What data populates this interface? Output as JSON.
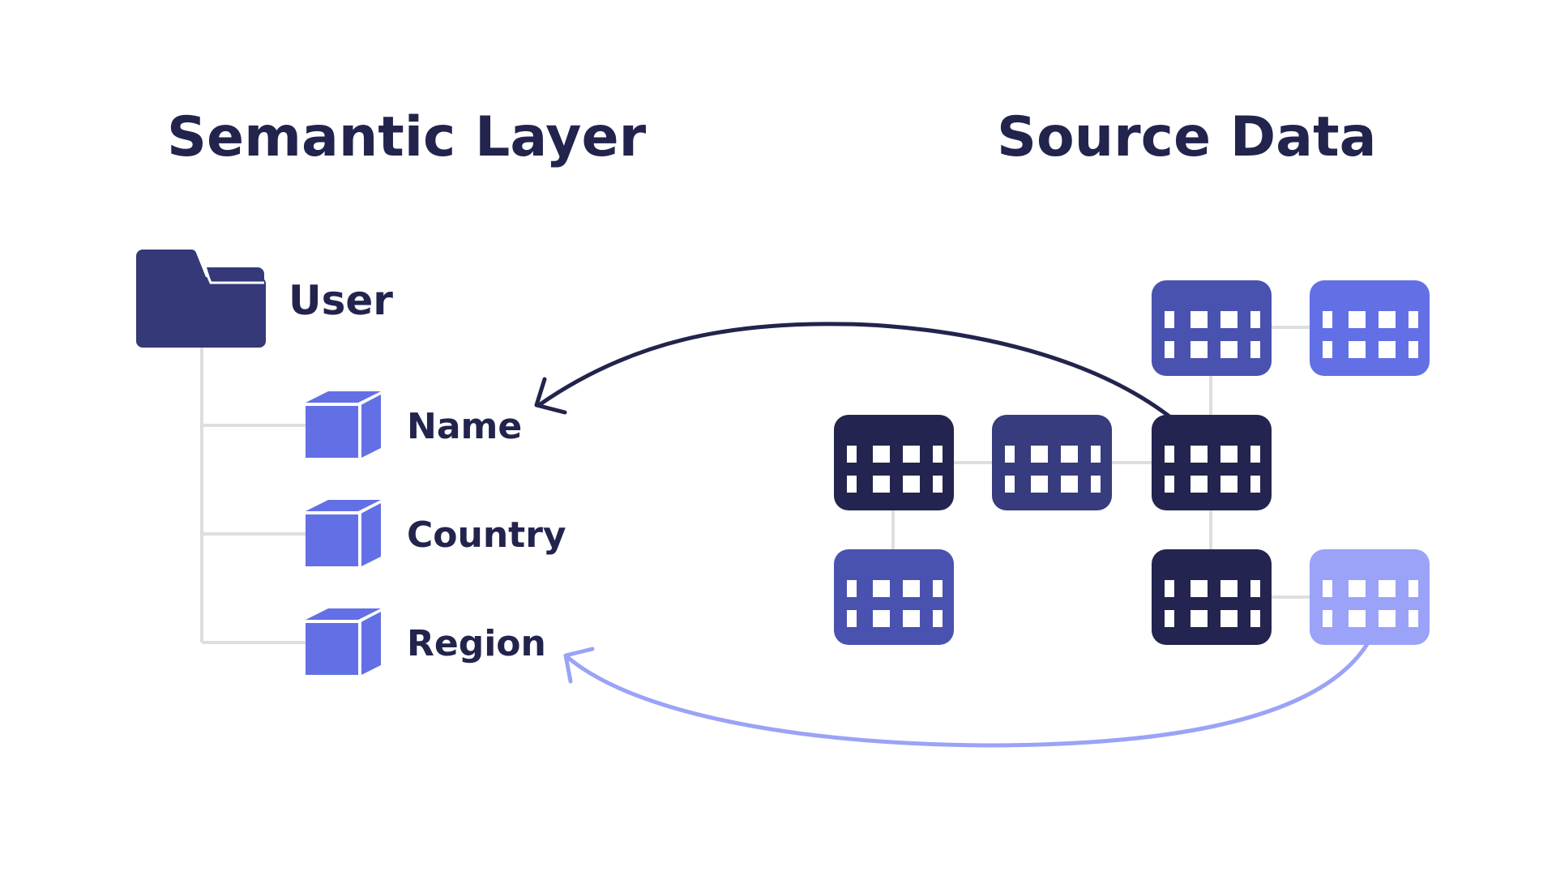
{
  "headings": {
    "semantic_layer": "Semantic Layer",
    "source_data": "Source Data"
  },
  "folder": {
    "icon": "folder-icon",
    "label": "User"
  },
  "fields": [
    {
      "label": "Name",
      "icon": "cube-icon"
    },
    {
      "label": "Country",
      "icon": "cube-icon"
    },
    {
      "label": "Region",
      "icon": "cube-icon"
    }
  ],
  "colors": {
    "text": "#22244d",
    "folder": "#353978",
    "cube": "#6370e5",
    "cube_side": "#4d56c4",
    "table_dark": "#23244f",
    "table_navy": "#373c7e",
    "table_indigo": "#4a52b0",
    "table_blue": "#6370e5",
    "table_light": "#9aa3f7",
    "tree_line": "#dedede",
    "arrow_dark": "#22244d",
    "arrow_light": "#9aa3f7"
  },
  "tables": [
    {
      "id": "t1",
      "color": "table_indigo"
    },
    {
      "id": "t2",
      "color": "table_blue"
    },
    {
      "id": "t3",
      "color": "table_dark"
    },
    {
      "id": "t4",
      "color": "table_navy"
    },
    {
      "id": "t5",
      "color": "table_dark"
    },
    {
      "id": "t6",
      "color": "table_indigo"
    },
    {
      "id": "t7",
      "color": "table_dark"
    },
    {
      "id": "t8",
      "color": "table_light"
    }
  ]
}
